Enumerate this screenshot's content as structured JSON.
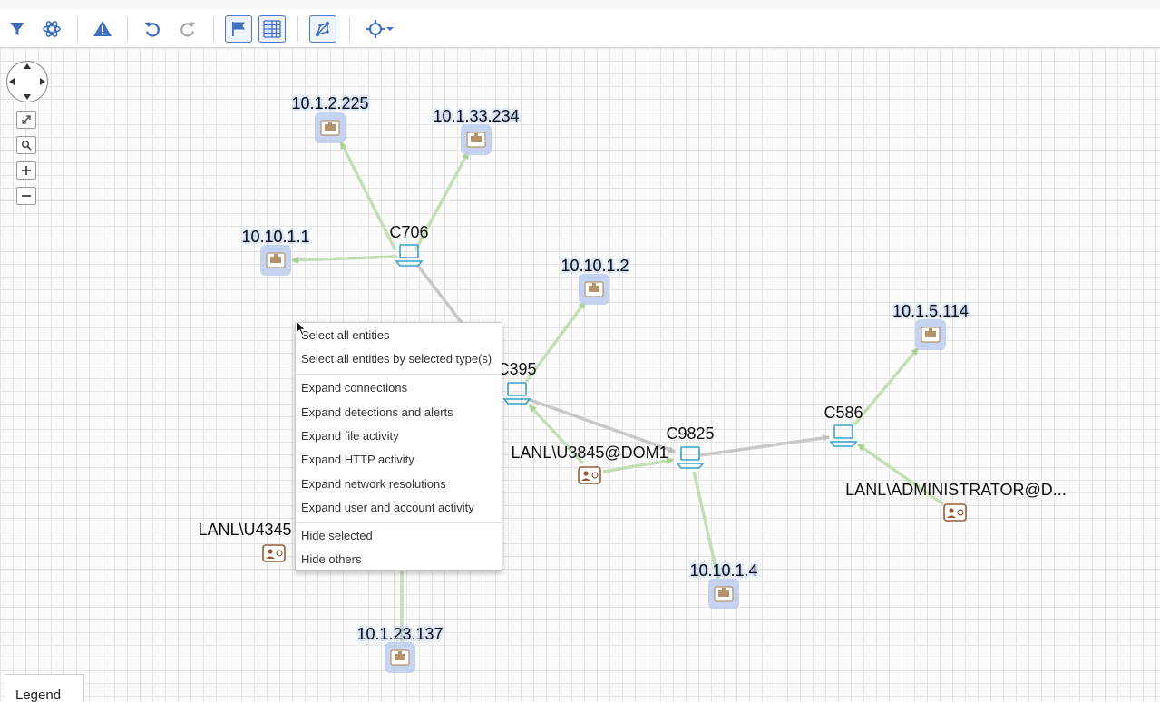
{
  "toolbar": {
    "buttons": [
      {
        "id": "filter",
        "icon": "filter-icon"
      },
      {
        "id": "layout",
        "icon": "atom-icon"
      },
      {
        "id": "alerts",
        "icon": "warning-icon"
      },
      {
        "id": "undo",
        "icon": "undo-icon"
      },
      {
        "id": "redo",
        "icon": "redo-icon"
      },
      {
        "id": "flag",
        "icon": "flag-icon"
      },
      {
        "id": "grid",
        "icon": "grid-icon"
      },
      {
        "id": "path",
        "icon": "path-graph-icon"
      },
      {
        "id": "focus",
        "icon": "crosshair-icon"
      }
    ]
  },
  "graph": {
    "nodes": [
      {
        "label": "10.1.2.225",
        "kind": "ip"
      },
      {
        "label": "10.1.33.234",
        "kind": "ip"
      },
      {
        "label": "10.10.1.1",
        "kind": "ip"
      },
      {
        "label": "C706",
        "kind": "host"
      },
      {
        "label": "10.10.1.2",
        "kind": "ip"
      },
      {
        "label": "10.1.5.114",
        "kind": "ip"
      },
      {
        "label": "C395",
        "kind": "host"
      },
      {
        "label": "C9825",
        "kind": "host"
      },
      {
        "label": "C586",
        "kind": "host"
      },
      {
        "label": "LANL\\U3845@DOM1",
        "kind": "user"
      },
      {
        "label": "LANL\\ADMINISTRATOR@D...",
        "kind": "user"
      },
      {
        "label": "LANL\\U4345",
        "kind": "user"
      },
      {
        "label": "10.10.1.4",
        "kind": "ip"
      },
      {
        "label": "10.1.23.137",
        "kind": "ip"
      }
    ]
  },
  "context_menu": {
    "groups": [
      [
        "Select all entities",
        "Select all entities by selected type(s)"
      ],
      [
        "Expand connections",
        "Expand detections and alerts",
        "Expand file activity",
        "Expand HTTP activity",
        "Expand network resolutions",
        "Expand user and account activity"
      ],
      [
        "Hide selected",
        "Hide others"
      ]
    ]
  },
  "legend": {
    "label": "Legend"
  },
  "colors": {
    "accent": "#3f6fbf",
    "host": "#3aa3c9",
    "ip_node": "#b5936a",
    "user": "#9a5a3a",
    "edge_green": "#c4dfb5",
    "edge_gray": "#c8c8c8"
  }
}
